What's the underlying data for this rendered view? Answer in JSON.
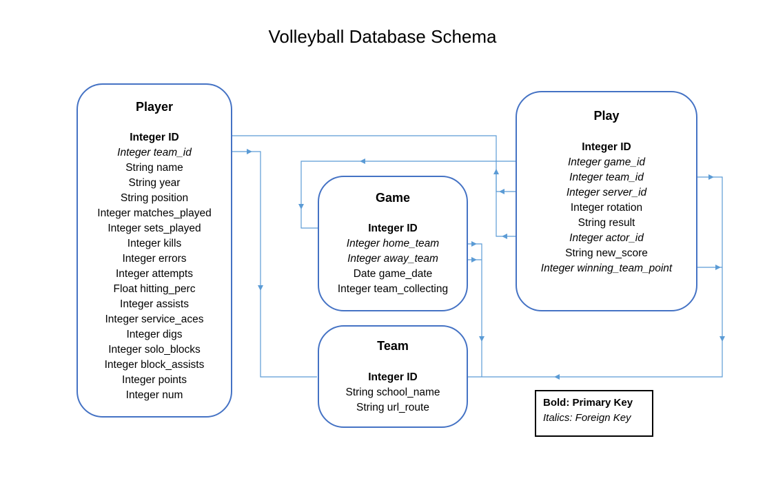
{
  "title": "Volleyball Database Schema",
  "tables": {
    "player": {
      "name": "Player",
      "fields": [
        {
          "text": "Integer ID",
          "style": "pk"
        },
        {
          "text": "Integer team_id",
          "style": "fk"
        },
        {
          "text": "String name",
          "style": "plain"
        },
        {
          "text": "String year",
          "style": "plain"
        },
        {
          "text": "String position",
          "style": "plain"
        },
        {
          "text": "Integer matches_played",
          "style": "plain"
        },
        {
          "text": "Integer sets_played",
          "style": "plain"
        },
        {
          "text": "Integer kills",
          "style": "plain"
        },
        {
          "text": "Integer errors",
          "style": "plain"
        },
        {
          "text": "Integer attempts",
          "style": "plain"
        },
        {
          "text": "Float hitting_perc",
          "style": "plain"
        },
        {
          "text": "Integer assists",
          "style": "plain"
        },
        {
          "text": "Integer service_aces",
          "style": "plain"
        },
        {
          "text": "Integer digs",
          "style": "plain"
        },
        {
          "text": "Integer solo_blocks",
          "style": "plain"
        },
        {
          "text": "Integer block_assists",
          "style": "plain"
        },
        {
          "text": "Integer points",
          "style": "plain"
        },
        {
          "text": "Integer num",
          "style": "plain"
        }
      ]
    },
    "game": {
      "name": "Game",
      "fields": [
        {
          "text": "Integer ID",
          "style": "pk"
        },
        {
          "text": "Integer home_team",
          "style": "fk"
        },
        {
          "text": "Integer away_team",
          "style": "fk"
        },
        {
          "text": "Date game_date",
          "style": "plain"
        },
        {
          "text": "Integer team_collecting",
          "style": "plain"
        }
      ]
    },
    "team": {
      "name": "Team",
      "fields": [
        {
          "text": "Integer ID",
          "style": "pk"
        },
        {
          "text": "String school_name",
          "style": "plain"
        },
        {
          "text": "String url_route",
          "style": "plain"
        }
      ]
    },
    "play": {
      "name": "Play",
      "fields": [
        {
          "text": "Integer ID",
          "style": "pk"
        },
        {
          "text": "Integer game_id",
          "style": "fk"
        },
        {
          "text": "Integer team_id",
          "style": "fk"
        },
        {
          "text": "Integer server_id",
          "style": "fk"
        },
        {
          "text": "Integer rotation",
          "style": "plain"
        },
        {
          "text": "String result",
          "style": "plain"
        },
        {
          "text": "Integer actor_id",
          "style": "fk"
        },
        {
          "text": "String new_score",
          "style": "plain"
        },
        {
          "text": "Integer winning_team_point",
          "style": "fk"
        }
      ]
    }
  },
  "legend": {
    "primary": "Bold: Primary Key",
    "foreign": "Italics: Foreign Key"
  },
  "colors": {
    "box_border": "#4472c4",
    "connector": "#5b9bd5"
  }
}
